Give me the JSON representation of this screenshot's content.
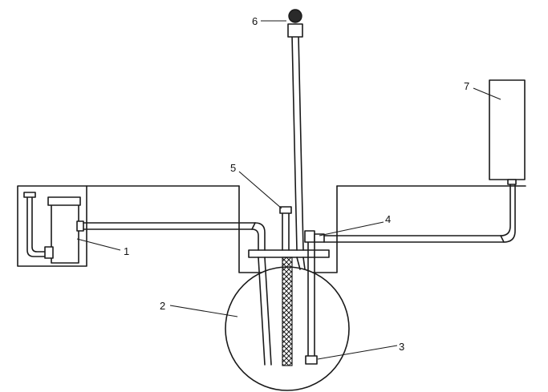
{
  "diagram": {
    "labels": {
      "part_1": "1",
      "part_2": "2",
      "part_3": "3",
      "part_4": "4",
      "part_5": "5",
      "part_6": "6",
      "part_7": "7"
    },
    "colors": {
      "line": "#1a1a1a",
      "background": "#ffffff",
      "hatch": "#1a1a1a"
    }
  }
}
